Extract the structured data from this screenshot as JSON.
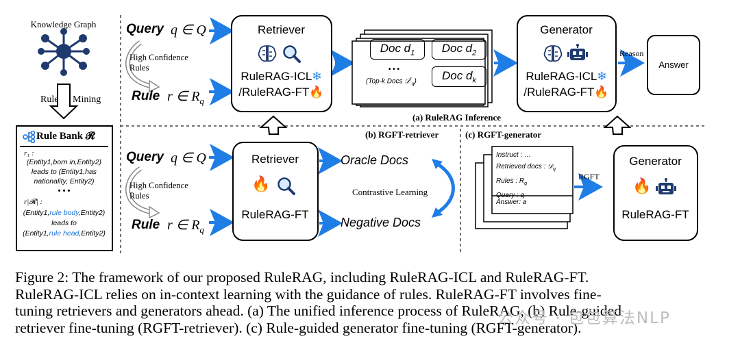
{
  "kg": {
    "title": "Knowledge Graph",
    "rule_label": "Rule",
    "mining_label": "Mining"
  },
  "rulebank": {
    "title": "Rule Bank 𝓡",
    "r1": "r₁ :",
    "r1_line1": "(Entity1,born in,Entity2)",
    "r1_line2": "leads  to (Entity1,has",
    "r1_line3": "nationality, Entity2)",
    "dots": "• • •",
    "rR": "r|𝓡| :",
    "rR_line1_a": "(Entity1,",
    "rR_line1_b": "rule body",
    "rR_line1_c": ",Entity2)",
    "rR_line2": "leads to",
    "rR_line3_a": "(Entity1,",
    "rR_line3_b": "rule head",
    "rR_line3_c": ",Entity2)"
  },
  "top": {
    "query_word": "Query",
    "query_math": "q ∈ Q",
    "hc_line1": "High Confidence",
    "hc_line2": "Rules",
    "rule_word": "Rule",
    "rule_math": "r ∈ R",
    "rule_sub": "q",
    "retriever_title": "Retriever",
    "retriever_line1": "RuleRAG-ICL",
    "retriever_line2": "/RuleRAG-FT",
    "doc1": "Doc d",
    "doc1_sub": "1",
    "doc2": "Doc d",
    "doc2_sub": "2",
    "dots": "• • •",
    "topk": "(Top-k Docs 𝒟",
    "topk_sub": "q",
    "topk_sup": "r",
    "topk_end": ")",
    "dock": "Doc d",
    "dock_sub": "k",
    "generator_title": "Generator",
    "generator_line1": "RuleRAG-ICL",
    "generator_line2": "/RuleRAG-FT",
    "reason_label": "Reason",
    "answer_label": "Answer",
    "section_label": "(a) RuleRAG  Inference"
  },
  "bottom": {
    "rgft_retriever_label": "(b) RGFT-retriever",
    "rgft_generator_label": "(c) RGFT-generator",
    "query_word": "Query",
    "query_math": "q ∈ Q",
    "hc_line1": "High Confidence",
    "hc_line2": "Rules",
    "rule_word": "Rule",
    "rule_math": "r ∈ R",
    "rule_sub": "q",
    "retriever_title": "Retriever",
    "retriever_model": "RuleRAG-FT",
    "oracle_docs": "Oracle Docs",
    "negative_docs": "Negative Docs",
    "contrastive": "Contrastive Learning",
    "doc_instruct": "Instruct : …",
    "doc_retrieved": "Retrieved docs : 𝒟",
    "doc_retrieved_sub": "q",
    "doc_rules": "Rules : R",
    "doc_rules_sub": "q",
    "doc_query": "Query : q",
    "doc_answer": "Answer: a",
    "rgft_arrow_label": "RGFT",
    "generator_title": "Generator",
    "generator_model": "RuleRAG-FT"
  },
  "caption": {
    "line1": "Figure 2: The framework of our proposed RuleRAG, including RuleRAG-ICL and RuleRAG-FT.",
    "line2": "RuleRAG-ICL relies on in-context learning with the guidance of rules. RuleRAG-FT involves fine-",
    "line3": "tuning retrievers and generators ahead. (a) The unified inference process of RuleRAG, (b) Rule-guided",
    "line4": "retriever fine-tuning (RGFT-retriever). (c) Rule-guided generator fine-tuning (RGFT-generator)."
  },
  "watermark": "公众号 · 包包算法NLP",
  "colors": {
    "arrow_blue": "#1f7de6",
    "graph_navy": "#1f3a6e",
    "rule_blue": "#1a73d9",
    "flame": "#e8461e"
  }
}
